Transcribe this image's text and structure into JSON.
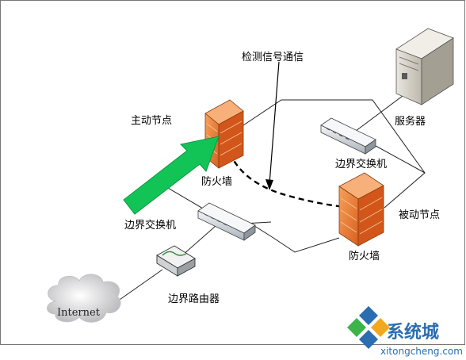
{
  "labels": {
    "signal": "检测信号通信",
    "active_node": "主动节点",
    "server": "服务器",
    "switch_right": "边界交换机",
    "firewall_top": "防火墙",
    "passive_node": "被动节点",
    "switch_left": "边界交换机",
    "firewall_bottom": "防火墙",
    "router": "边界路由器",
    "internet": "Internet"
  },
  "watermark": {
    "brand": "系统城",
    "url": "xitongcheng.com"
  },
  "colors": {
    "arrow": "#12c456",
    "firewall": "#e87b2e",
    "firewall_dark": "#b3501a",
    "brand_blue": "#2a6db0",
    "brand_green": "#3cb44a"
  }
}
